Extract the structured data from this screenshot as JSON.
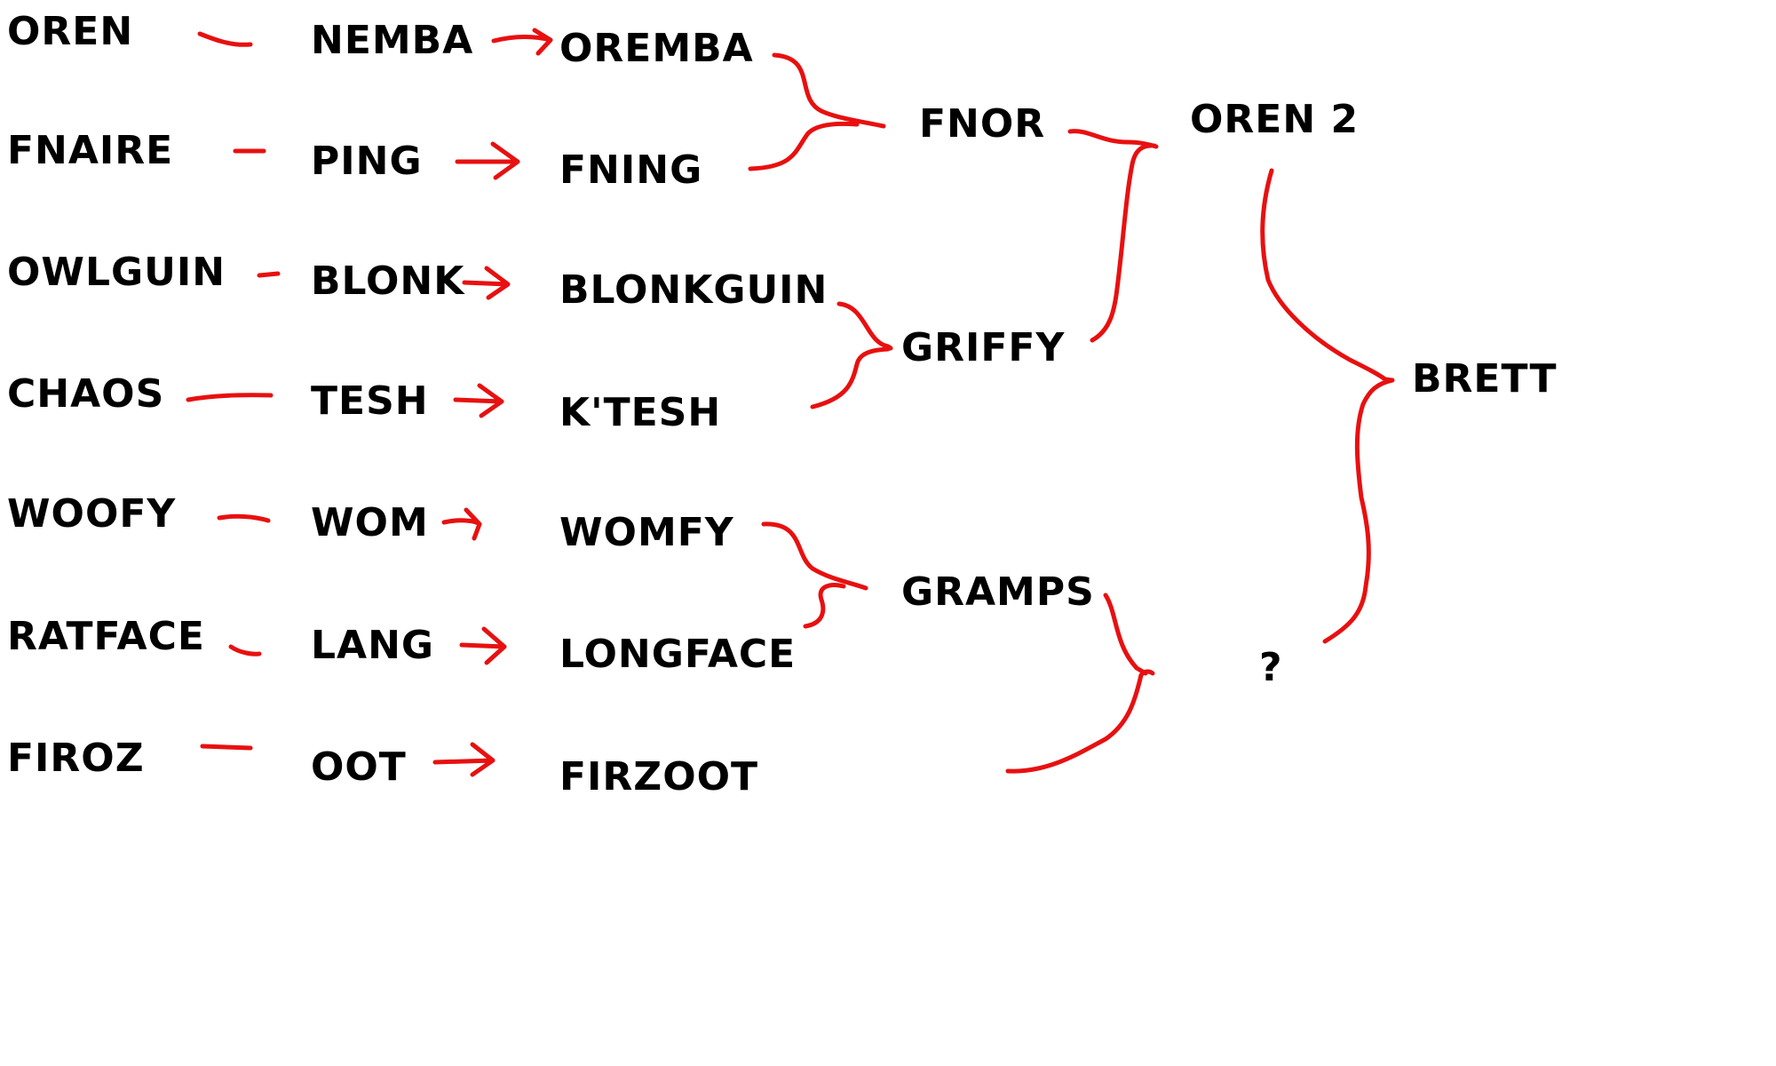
{
  "colors": {
    "ink": "#000000",
    "connector": "#e81010",
    "background": "#ffffff"
  },
  "column1": [
    "OREN",
    "FNAIRE",
    "OWLGUIN",
    "CHAOS",
    "WOOFY",
    "RATFACE",
    "FIROZ"
  ],
  "column2": [
    "NEMBA",
    "PING",
    "BLONK",
    "TESH",
    "WOM",
    "LANG",
    "OOT"
  ],
  "column3": [
    "OREMBA",
    "FNING",
    "BLONKGUIN",
    "K'TESH",
    "WOMFY",
    "LONGFACE",
    "FIRZOOT"
  ],
  "round2": [
    "FNOR",
    "GRIFFY",
    "GRAMPS"
  ],
  "round3": [
    "OREN 2",
    "?"
  ],
  "final": "BRETT"
}
